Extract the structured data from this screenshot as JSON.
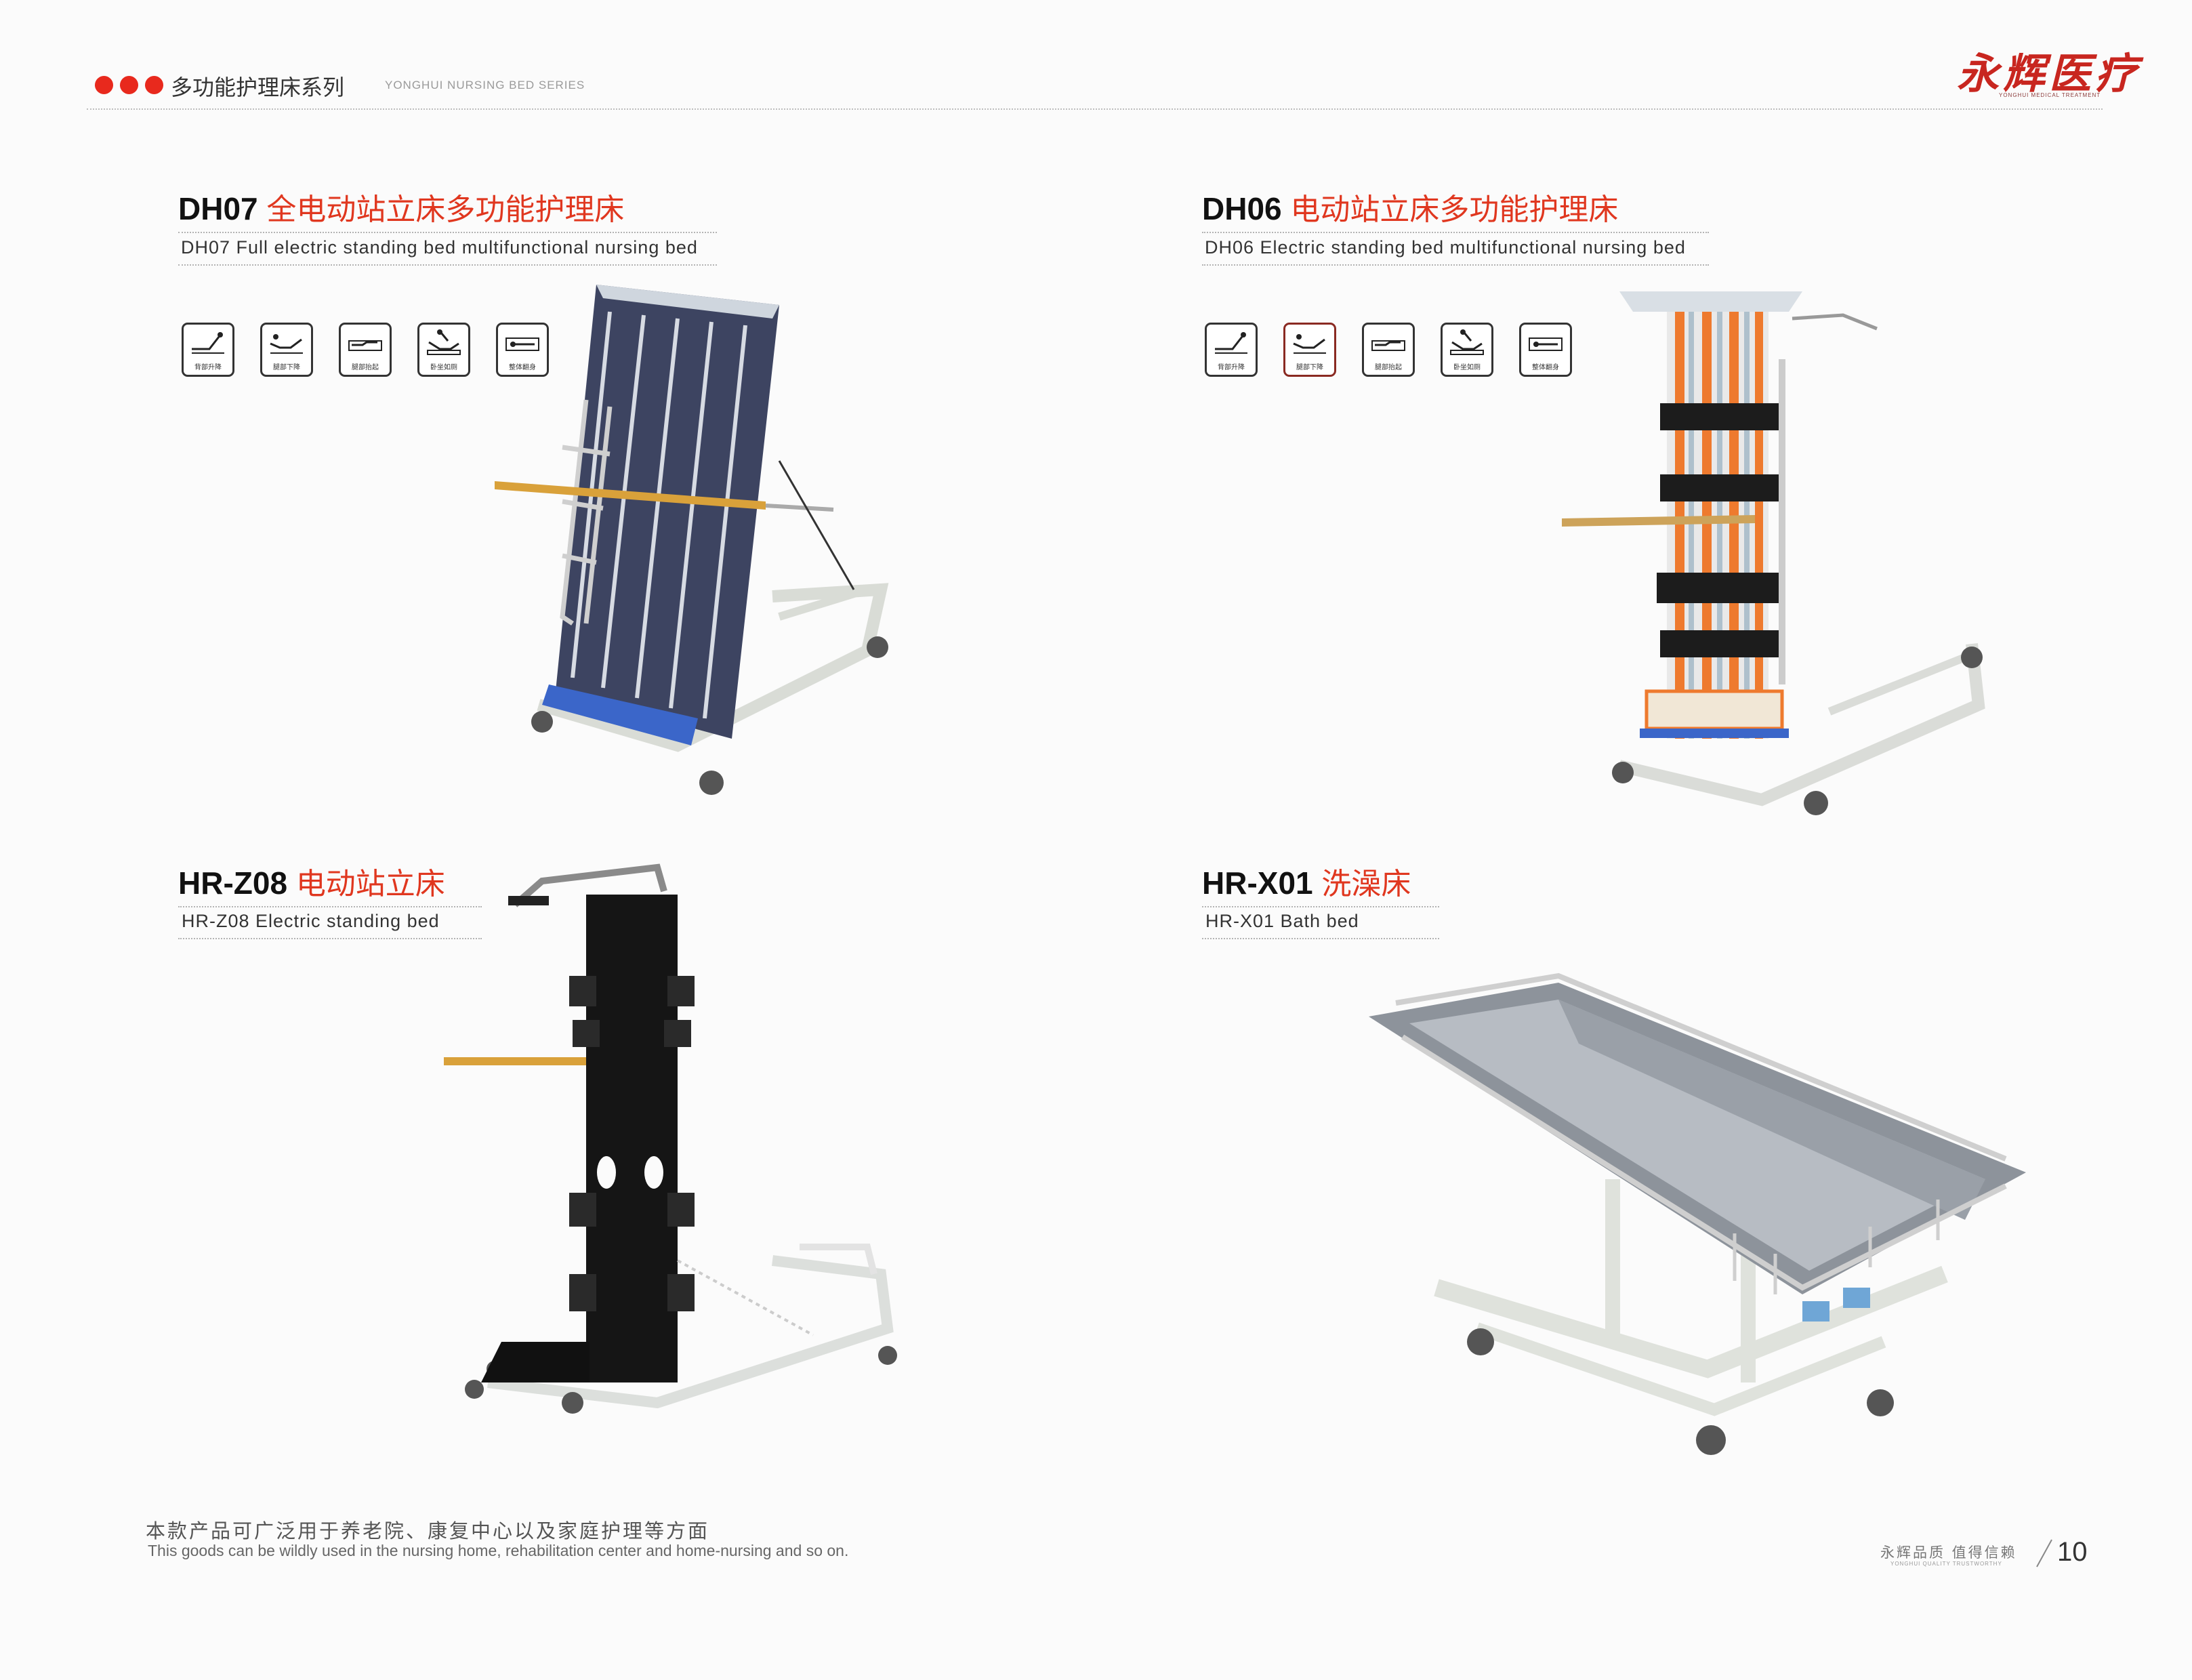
{
  "header": {
    "series_cn": "多功能护理床系列",
    "series_en": "YONGHUI NURSING BED SERIES",
    "logo_cn": "永辉医疗",
    "logo_en": "YONGHUI MEDICAL TREATMENT"
  },
  "colors": {
    "accent": "#e8291d",
    "title_red": "#e0371f"
  },
  "function_icons": [
    {
      "name": "back-raise-icon",
      "label": "背部升降"
    },
    {
      "name": "knee-lower-icon",
      "label": "腿部下降"
    },
    {
      "name": "leg-raise-icon",
      "label": "腿部抬起"
    },
    {
      "name": "sit-up-icon",
      "label": "卧坐如厕"
    },
    {
      "name": "whole-turn-icon",
      "label": "整体翻身"
    }
  ],
  "products": [
    {
      "model": "DH07",
      "name_cn": "全电动站立床多功能护理床",
      "name_en": "DH07 Full electric standing bed multifunctional nursing bed"
    },
    {
      "model": "DH06",
      "name_cn": "电动站立床多功能护理床",
      "name_en": "DH06 Electric standing bed multifunctional nursing bed"
    },
    {
      "model": "HR-Z08",
      "name_cn": "电动站立床",
      "name_en": "HR-Z08 Electric standing bed"
    },
    {
      "model": "HR-X01",
      "name_cn": "洗澡床",
      "name_en": "HR-X01 Bath bed"
    }
  ],
  "footer": {
    "note_cn": "本款产品可广泛用于养老院、康复中心以及家庭护理等方面",
    "note_en": "This goods can be wildly used in the nursing home, rehabilitation center and home-nursing and so on.",
    "slogan_cn": "永辉品质  值得信赖",
    "slogan_en": "YONGHUI QUALITY TRUSTWORTHY",
    "page_number": "10"
  }
}
